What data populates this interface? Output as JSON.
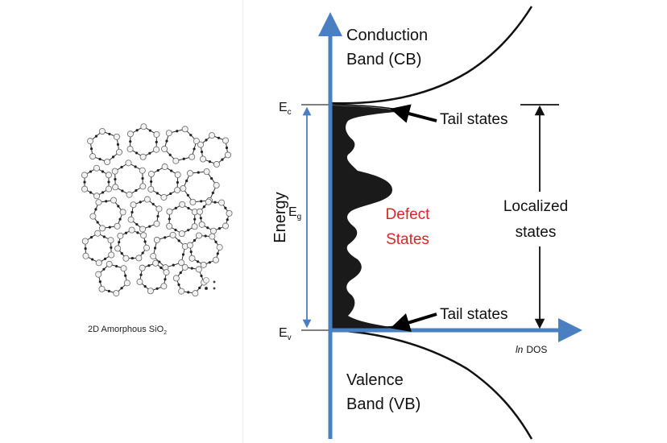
{
  "left_panel": {
    "caption_prefix": "2D Amorphous SiO",
    "caption_subscript": "2"
  },
  "diagram": {
    "axis_colors": {
      "axis": "#4a7fc1",
      "arrow": "#4a7fc1",
      "fill": "#1a1a1a",
      "defect_text": "#d62728"
    },
    "conduction_band": [
      "Conduction",
      "Band (CB)"
    ],
    "valence_band": [
      "Valence",
      "Band (VB)"
    ],
    "energy_label": "Energy",
    "ec_label": "E",
    "ec_sub": "c",
    "ev_label": "E",
    "ev_sub": "v",
    "eg_label": "E",
    "eg_sub": "g",
    "tail_states_top": "Tail states",
    "tail_states_bottom": "Tail states",
    "defect_states": [
      "Defect",
      "States"
    ],
    "localized_states": [
      "Localized",
      "states"
    ],
    "x_axis_label_italic": "ln",
    "x_axis_label": "DOS"
  }
}
